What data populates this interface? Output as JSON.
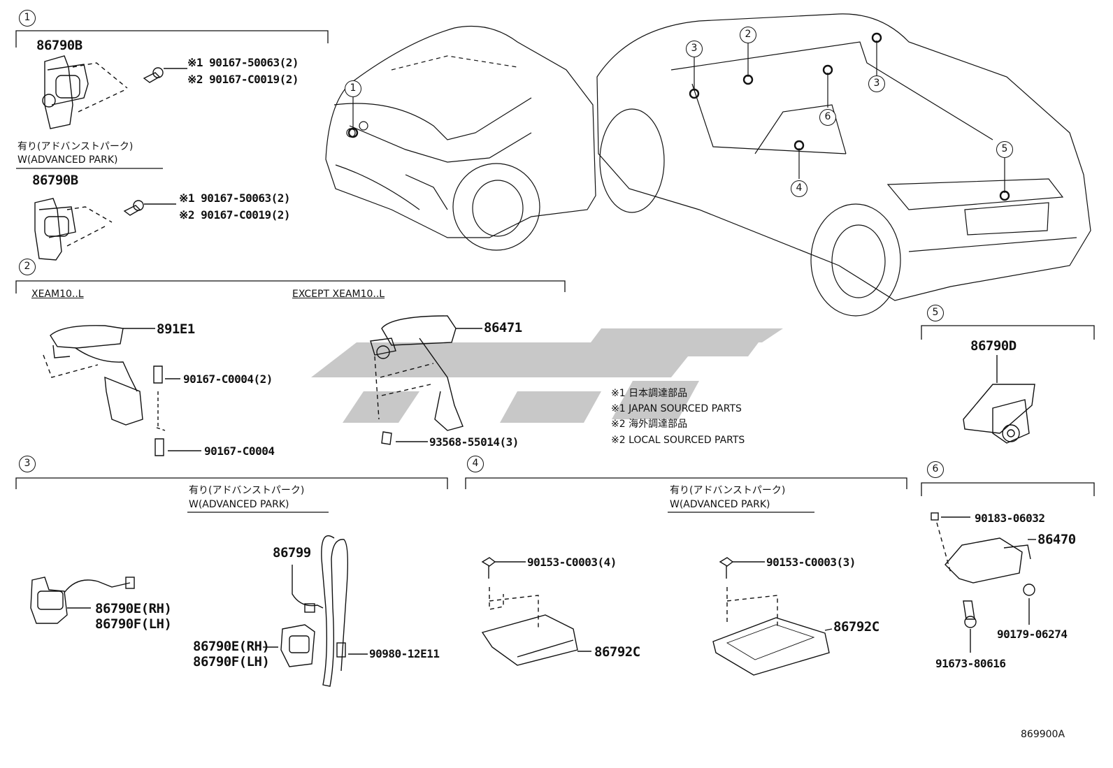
{
  "watermark_color": "#c8c8c8",
  "callouts": {
    "c1": "1",
    "c2": "2",
    "c3": "3",
    "c4": "4",
    "c5": "5",
    "c6": "6"
  },
  "car_callouts": {
    "front1": "1",
    "top2": "2",
    "left3": "3",
    "right3": "3",
    "door4": "4",
    "rear5": "5",
    "pillar6": "6"
  },
  "sec1": {
    "part_a": "86790B",
    "bolt_a_1": "※1 90167-50063(2)",
    "bolt_a_2": "※2 90167-C0019(2)",
    "cond_jp": "有り(アドバンストパーク)",
    "cond_en": "W(ADVANCED PARK)",
    "part_b": "86790B",
    "bolt_b_1": "※1 90167-50063(2)",
    "bolt_b_2": "※2 90167-C0019(2)"
  },
  "sec2": {
    "left_label": "XEAM10..L",
    "right_label": "EXCEPT XEAM10..L",
    "part_left": "891E1",
    "screw_left_1": "90167-C0004(2)",
    "screw_left_2": "90167-C0004",
    "part_right": "86471",
    "screw_right": "93568-55014(3)"
  },
  "notes": {
    "n1_jp": "※1 日本調達部品",
    "n1_en": "※1 JAPAN SOURCED PARTS",
    "n2_jp": "※2 海外調達部品",
    "n2_en": "※2 LOCAL SOURCED PARTS"
  },
  "sec3": {
    "cond_jp": "有り(アドバンストパーク)",
    "cond_en": "W(ADVANCED PARK)",
    "part_rh_a": "86790E(RH)",
    "part_lh_a": "86790F(LH)",
    "harness": "86799",
    "part_rh_b": "86790E(RH)",
    "part_lh_b": "86790F(LH)",
    "clip": "90980-12E11"
  },
  "sec4": {
    "cond_jp": "有り(アドバンストパーク)",
    "cond_en": "W(ADVANCED PARK)",
    "bolt_left": "90153-C0003(4)",
    "ecu_left": "86792C",
    "bolt_right": "90153-C0003(3)",
    "ecu_right": "86792C"
  },
  "sec5": {
    "part": "86790D"
  },
  "sec6": {
    "nut": "90183-06032",
    "unit": "86470",
    "grommet": "90179-06274",
    "bolt": "91673-80616"
  },
  "diagram_code": "869900A"
}
